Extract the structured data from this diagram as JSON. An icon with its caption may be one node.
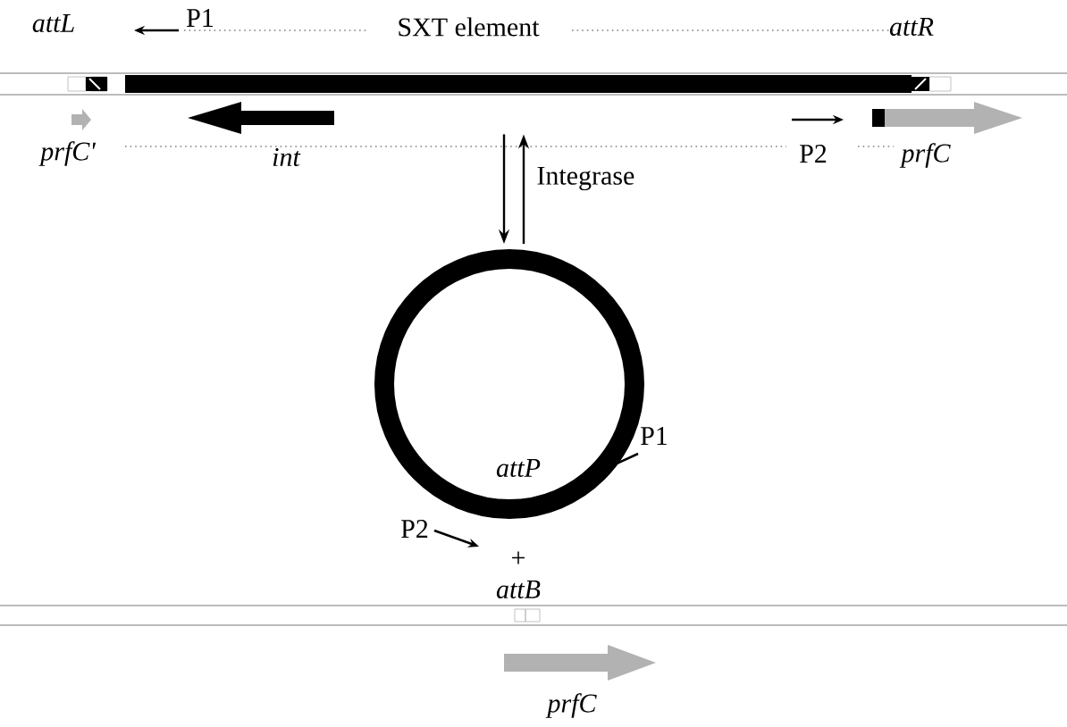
{
  "diagram": {
    "nodes": [
      {
        "text": [],
        "shape": "bar"
      },
      {
        "text": [],
        "shape": "circle"
      }
    ],
    "edges": [
      {
        "from": 0,
        "to": 1,
        "arrow": "to"
      },
      {
        "from": 1,
        "to": 0,
        "arrow": "to",
        "label": "Integrase"
      }
    ],
    "labels": [
      "attL",
      "P1",
      "SXT element",
      "attR",
      "prfC'",
      "int",
      "P2",
      "prfC",
      "P1",
      "attP",
      "P2",
      "+",
      "attB",
      "prfC"
    ]
  }
}
